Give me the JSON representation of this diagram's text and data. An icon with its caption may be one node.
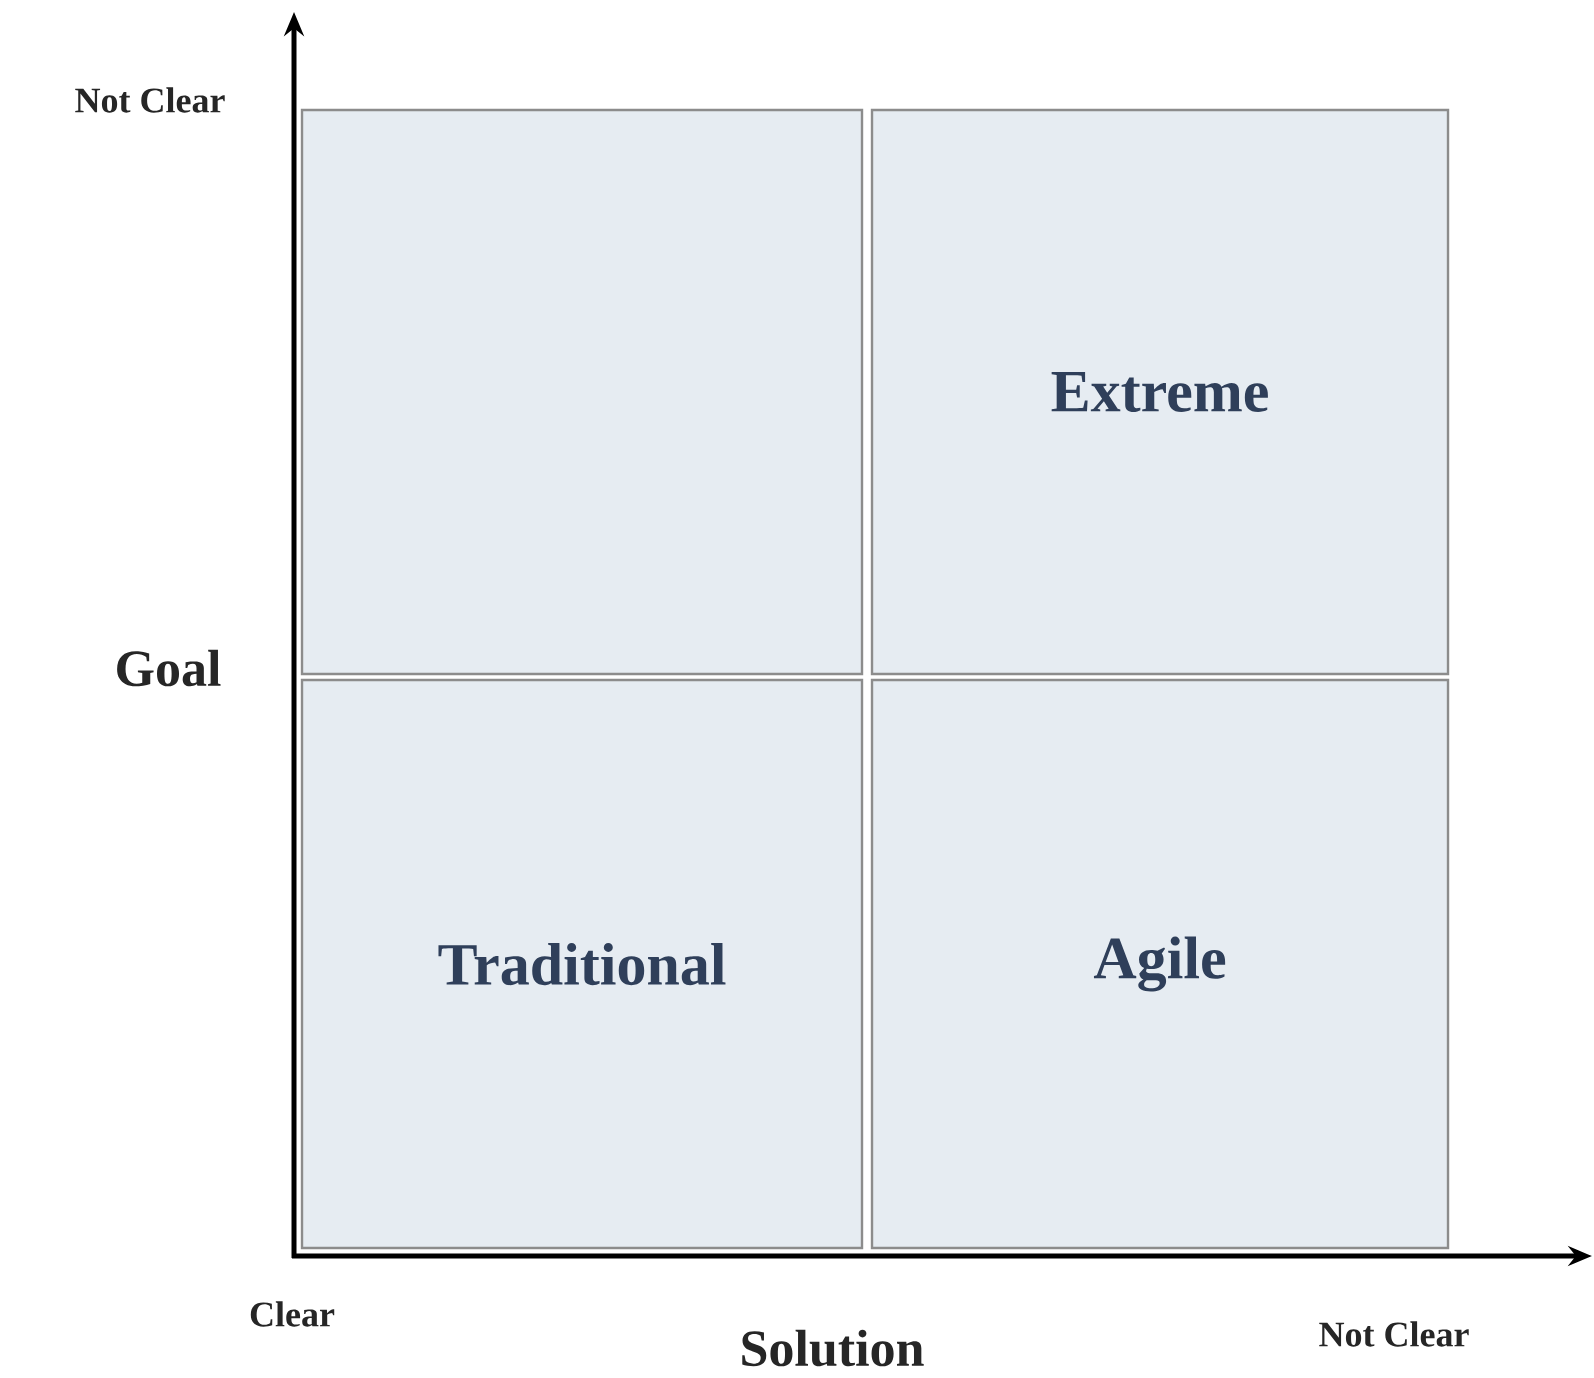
{
  "diagram": {
    "nodes": [
      {
        "text": [],
        "shape": "box"
      },
      {
        "text": [
          "Extreme"
        ]
      },
      {
        "text": [
          "Traditional"
        ]
      },
      {
        "text": [
          "Agile"
        ]
      }
    ],
    "labels": [
      "Not Clear",
      "Goal",
      "Clear",
      "Solution",
      "Not Clear"
    ]
  }
}
